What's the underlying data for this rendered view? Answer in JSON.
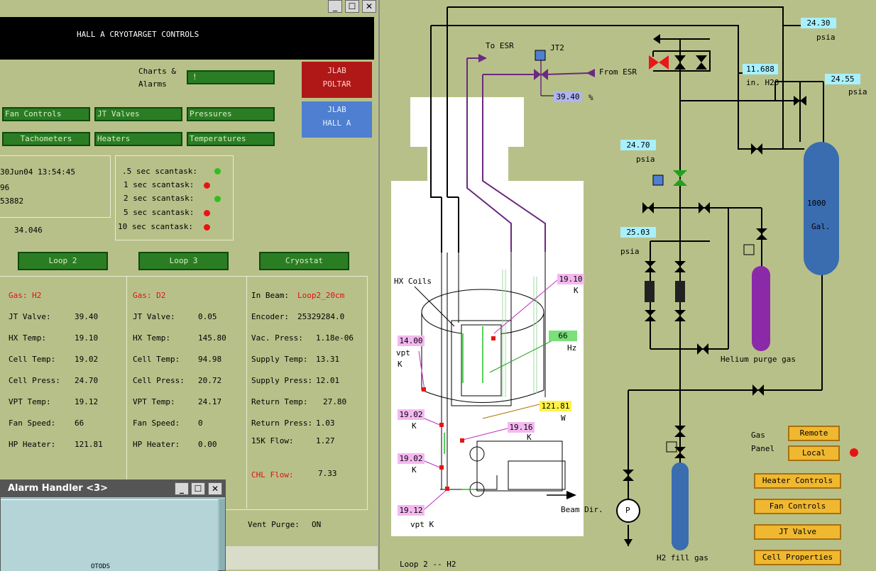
{
  "left": {
    "header_title": "HALL A CRYOTARGET CONTROLS",
    "charts_alarms": [
      "Charts &",
      "Alarms"
    ],
    "charts_alarms_btn": "!",
    "jlab_poltar": [
      "JLAB",
      "POLTAR"
    ],
    "jlab_halla": [
      "JLAB",
      "HALL A"
    ],
    "nav_buttons": [
      "Fan Controls",
      "JT Valves",
      "Pressures",
      "Tachometers",
      "Heaters",
      "Temperatures"
    ],
    "info": {
      "timestamp": "30Jun04 13:54:45",
      "line2": "96",
      "line3": "53882",
      "value": "34.046"
    },
    "scantasks": [
      {
        "label": ".5 sec scantask:",
        "status": "green"
      },
      {
        "label": "1 sec scantask:",
        "status": "red"
      },
      {
        "label": "2 sec scantask:",
        "status": "green"
      },
      {
        "label": "5 sec scantask:",
        "status": "red"
      },
      {
        "label": "10 sec scantask:",
        "status": "red"
      }
    ],
    "loop_buttons": [
      "Loop 2",
      "Loop 3",
      "Cryostat"
    ],
    "loop2": {
      "gas": "Gas: H2",
      "rows": [
        [
          "JT Valve:",
          "39.40"
        ],
        [
          "HX Temp:",
          "19.10"
        ],
        [
          "Cell Temp:",
          "19.02"
        ],
        [
          "Cell Press:",
          "24.70"
        ],
        [
          "VPT Temp:",
          "19.12"
        ],
        [
          "Fan Speed:",
          "66"
        ],
        [
          "HP Heater:",
          "121.81"
        ]
      ]
    },
    "loop3": {
      "gas": "Gas: D2",
      "rows": [
        [
          "JT Valve:",
          "0.05"
        ],
        [
          "HX Temp:",
          "145.80"
        ],
        [
          "Cell Temp:",
          "94.98"
        ],
        [
          "Cell Press:",
          "20.72"
        ],
        [
          "VPT Temp:",
          "24.17"
        ],
        [
          "Fan Speed:",
          "0"
        ],
        [
          "HP Heater:",
          "0.00"
        ]
      ]
    },
    "cryostat": {
      "in_beam_label": "In Beam:",
      "in_beam_value": "Loop2_20cm",
      "rows": [
        [
          "Encoder:",
          "25329284.0"
        ],
        [
          "Vac. Press:",
          "1.18e-06"
        ],
        [
          "Supply Temp:",
          "13.31"
        ],
        [
          "Supply Press:",
          "12.01"
        ],
        [
          "Return Temp:",
          "27.80"
        ],
        [
          "Return Press:",
          "1.03"
        ],
        [
          "15K Flow:",
          "1.27"
        ]
      ],
      "chl_label": "CHL Flow:",
      "chl_value": "7.33",
      "vent_label": "Vent Purge:",
      "vent_value": "ON"
    }
  },
  "alarm": {
    "title": "Alarm Handler <3>",
    "partial_text": "OTODS"
  },
  "diagram": {
    "to_esr": "To ESR",
    "from_esr": "From ESR",
    "jt2": "JT2",
    "jt_valve_value": "39.40",
    "percent": "%",
    "hx_coils": "HX Coils",
    "labels": {
      "vpt1": "14.00",
      "vpt1_a": "vpt",
      "vpt1_b": "K",
      "hx_temp": "19.10",
      "hx_unit": "K",
      "fan": "66",
      "fan_unit": "Hz",
      "heater": "121.81",
      "heater_unit": "W",
      "t1": "19.02",
      "t1_unit": "K",
      "t2": "19.16",
      "t2_unit": "K",
      "t3": "19.02",
      "t3_unit": "K",
      "vpt2": "19.12",
      "vpt2_unit": "vpt K"
    },
    "beam_dir": "Beam Dir.",
    "loop_caption": "Loop 2 -- H2",
    "p_top": "24.30",
    "p_top_unit": "psia",
    "h2o": "11.688",
    "h2o_unit": "in. H20",
    "p_right": "24.55",
    "p_right_unit": "psia",
    "p_mid": "24.70",
    "p_mid_unit": "psia",
    "p_low": "25.03",
    "p_low_unit": "psia",
    "tank_vol": "1000",
    "tank_unit": "Gal.",
    "helium": "Helium purge gas",
    "h2_fill": "H2 fill gas",
    "pump": "P",
    "gas_panel": [
      "Gas",
      "Panel"
    ],
    "remote": "Remote",
    "local": "Local",
    "buttons": [
      "Heater Controls",
      "Fan Controls",
      "JT Valve",
      "Cell Properties"
    ]
  }
}
